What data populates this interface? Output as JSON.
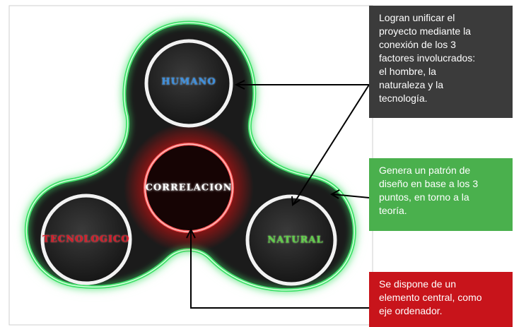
{
  "nodes": {
    "humano": "HUMANO",
    "correlacion": "CORRELACION",
    "tecnologico": "TECNOLOGICO",
    "natural": "NATURAL"
  },
  "notes": {
    "unify": "Logran unificar el\nproyecto mediante la\nconexión de los 3\nfactores involucrados:\nel hombre, la\nnaturaleza y la\ntecnología.",
    "pattern": "Genera un patrón de\ndiseño en base a los 3\npuntos, en torno a la\nteoría.",
    "center": "Se dispone de un\nelemento central, como\neje ordenador."
  },
  "colors": {
    "glow_green": "#3fe06a",
    "glow_red": "#ff1a1a",
    "note_gray": "#3b3b3b",
    "note_green": "#4ab04d",
    "note_red": "#c8141b",
    "humano": "#3a8fe0",
    "tecnologico": "#d61a28",
    "natural": "#5fcf48"
  }
}
